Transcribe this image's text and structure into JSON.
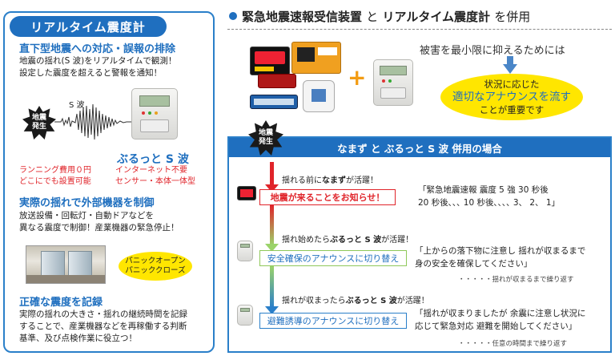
{
  "left_panel": {
    "tab_title": "リアルタイム震度計",
    "section1": {
      "heading": "直下型地震への対応・誤報の排除",
      "lines": [
        "地震の揺れ(S 波)をリアルタイムで観測！",
        "設定した震度を超えると警報を通知！"
      ]
    },
    "badge": {
      "line1": "地震",
      "line2": "発生"
    },
    "swave_label": "S 波",
    "product_name": "ぶるっと S 波",
    "features_left": [
      "ランニング費用０円",
      "どこにでも設置可能"
    ],
    "features_right": [
      "インターネット不要",
      "センサー・本体一体型"
    ],
    "section2": {
      "heading": "実際の揺れで外部機器を制御",
      "lines": [
        "放送設備・回転灯・自動ドアなどを",
        "異なる震度で制御！産業機器の緊急停止！"
      ]
    },
    "oval": {
      "line1": "パニックオープン",
      "line2": "パニッククローズ"
    },
    "section3": {
      "heading": "正確な震度を記録",
      "lines": [
        "実際の揺れの大きさ・揺れの継続時間を記録",
        "することで、産業機器などを再稼働する判断",
        "基準、及び点検作業に役立つ！"
      ]
    }
  },
  "right_top": {
    "title_part1": "緊急地震速報受信装置",
    "title_and": "と",
    "title_part2": "リアルタイム震度計",
    "title_suffix": "を併用",
    "minimize_text": "被害を最小限に抑えるためには",
    "circle": {
      "line1": "状況に応じた",
      "line2": "適切なアナウンスを流す",
      "line3": "ことが重要です"
    },
    "plus": "+"
  },
  "bottom_panel": {
    "header": "なまず と ぶるっと S 波 併用の場合",
    "badge": {
      "line1": "地震",
      "line2": "発生"
    },
    "steps": [
      {
        "caption_pre": "揺れる前に",
        "caption_bold": "なまず",
        "caption_post": "が活躍！",
        "box_text": "地震が来ることをお知らせ！",
        "quote_lines": [
          "「緊急地震速報 震度 5 強  30 秒後",
          "  20 秒後､､､ 10 秒後､､､､ 3、 2、 1」"
        ],
        "note": ""
      },
      {
        "caption_pre": "揺れ始めたら",
        "caption_bold": "ぶるっと S 波",
        "caption_post": "が活躍！",
        "box_text": "安全確保のアナウンスに切り替え",
        "quote_lines": [
          "「上からの落下物に注意し 揺れが収まるまで",
          "  身の安全を確保してください」"
        ],
        "note": "・・・・・揺れが収まるまで繰り返す"
      },
      {
        "caption_pre": "揺れが収まったら",
        "caption_bold": "ぶるっと S 波",
        "caption_post": "が活躍！",
        "box_text": "避難誘導のアナウンスに切り替え",
        "quote_lines": [
          "「揺れが収まりましたが 余震に注意し状況に",
          "  応じて緊急対応 避難を開始してください」"
        ],
        "note": "・・・・・任意の時間まで繰り返す"
      }
    ]
  },
  "colors": {
    "accent_blue": "#1f6fbf",
    "alert_red": "#e0242a",
    "highlight_yellow": "#ffe600",
    "plus_orange": "#f39c12"
  },
  "icons": [
    "device-icon",
    "quake-badge-icon",
    "waveform-icon",
    "down-arrow-icon",
    "flow-arrow-icon"
  ]
}
